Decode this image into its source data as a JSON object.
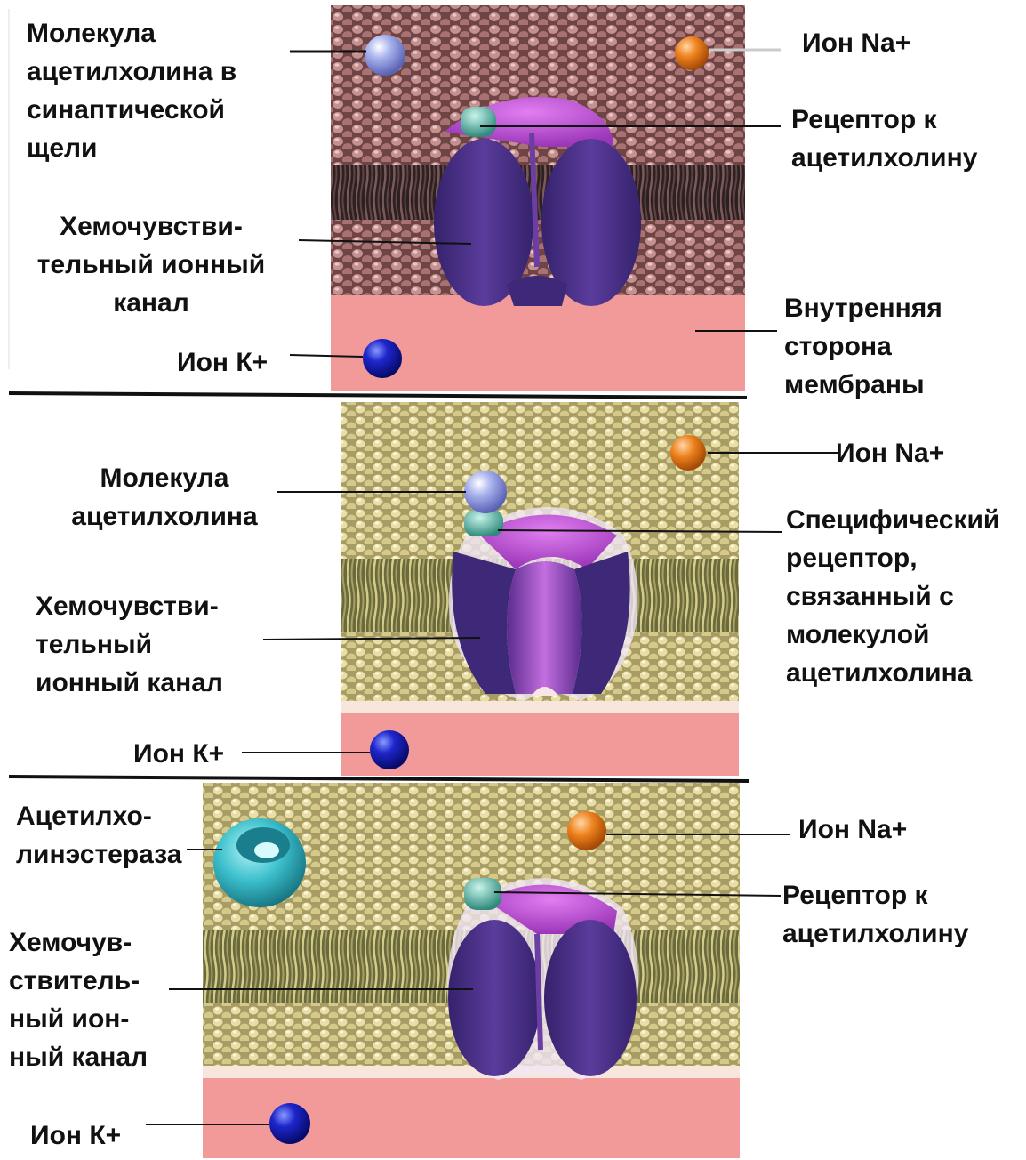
{
  "panels": [
    {
      "id": "resting",
      "labels": {
        "ach_molecule": [
          "Молекула",
          "ацетилхолина в",
          "синаптической",
          "щели"
        ],
        "na_ion": [
          "Ион Na+"
        ],
        "receptor": [
          "Рецептор к",
          "ацетилхолину"
        ],
        "channel": [
          "Хемочувстви-",
          "тельный ионный",
          "канал"
        ],
        "inner_side": [
          "Внутренняя",
          "сторона",
          "мембраны"
        ],
        "k_ion": [
          "Ион К+"
        ]
      }
    },
    {
      "id": "open",
      "labels": {
        "ach_molecule": [
          "Молекула",
          "ацетилхолина"
        ],
        "na_ion": [
          "Ион Na+"
        ],
        "receptor": [
          "Специфический",
          "рецептор,",
          "связанный с",
          "молекулой",
          "ацетилхолина"
        ],
        "channel": [
          "Хемочувстви-",
          "тельный",
          "ионный канал"
        ],
        "k_ion": [
          "Ион К+"
        ]
      }
    },
    {
      "id": "hydrolysis",
      "labels": {
        "enzyme": [
          "Ацетилхо-",
          "линэстераза"
        ],
        "na_ion": [
          "Ион Na+"
        ],
        "receptor": [
          "Рецептор к",
          "ацетилхолину"
        ],
        "channel": [
          "Хемочув-",
          "ствитель-",
          "ный ион-",
          "ный канал"
        ],
        "k_ion": [
          "Ион К+"
        ]
      }
    }
  ],
  "colors": {
    "membrane_top_1": "#8a5a5a",
    "membrane_top_2_3": "#d8cc8c",
    "lipid_tails_1": "#4a3434",
    "lipid_tails_2_3": "#8a8454",
    "cytoplasm": "#f29a9a",
    "channel": "#4a2f86",
    "channel_cap": "#b14bc9",
    "receptor": "#5fc6b4",
    "ach": "#9aa6e4",
    "na": "#e8791c",
    "k": "#1a22c8",
    "enzyme": "#38bcc9"
  },
  "icons": [
    "acetylcholine-molecule-icon",
    "sodium-ion-icon",
    "potassium-ion-icon",
    "ion-channel-icon",
    "receptor-icon",
    "acetylcholinesterase-icon"
  ]
}
